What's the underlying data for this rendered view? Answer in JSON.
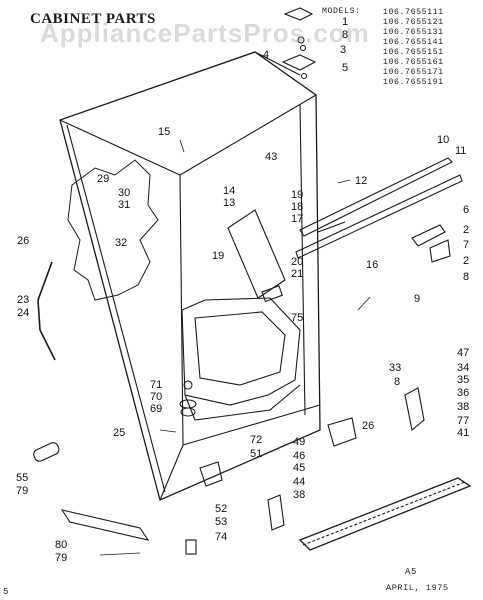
{
  "title": "CABINET PARTS",
  "watermark": "AppliancePartsPros.com",
  "models_label": "MODELS:",
  "models": [
    "106.7655111",
    "106.7655121",
    "106.7655131",
    "106.7655141",
    "106.7655151",
    "106.7655161",
    "106.7655171",
    "106.7655191"
  ],
  "date": "APRIL, 1975",
  "sheet_code": "A5",
  "corner_mark": "5",
  "parts": {
    "p1": "1",
    "p8a": "8",
    "p3": "3",
    "p4": "4",
    "p5": "5",
    "p15": "15",
    "p10": "10",
    "p11": "11",
    "p29": "29",
    "p30": "30",
    "p31": "31",
    "p32": "32",
    "p43": "43",
    "p14": "14",
    "p13": "13",
    "p12": "12",
    "p19a": "19",
    "p18": "18",
    "p17": "17",
    "p6": "6",
    "p2a": "2",
    "p7": "7",
    "p2b": "2",
    "p8b": "8",
    "p26a": "26",
    "p20": "20",
    "p21": "21",
    "p19b": "19",
    "p16": "16",
    "p23": "23",
    "p24": "24",
    "p9": "9",
    "p75": "75",
    "p47": "47",
    "p34": "34",
    "p35": "35",
    "p36": "36",
    "p33": "33",
    "p8c": "8",
    "p38a": "38",
    "p71": "71",
    "p70": "70",
    "p69": "69",
    "p25": "25",
    "p26b": "26",
    "p77": "77",
    "p41": "41",
    "p72": "72",
    "p51": "51",
    "p49": "49",
    "p46": "46",
    "p45": "45",
    "p44": "44",
    "p55": "55",
    "p79a": "79",
    "p52": "52",
    "p53": "53",
    "p38b": "38",
    "p74": "74",
    "p80": "80",
    "p79b": "79"
  }
}
